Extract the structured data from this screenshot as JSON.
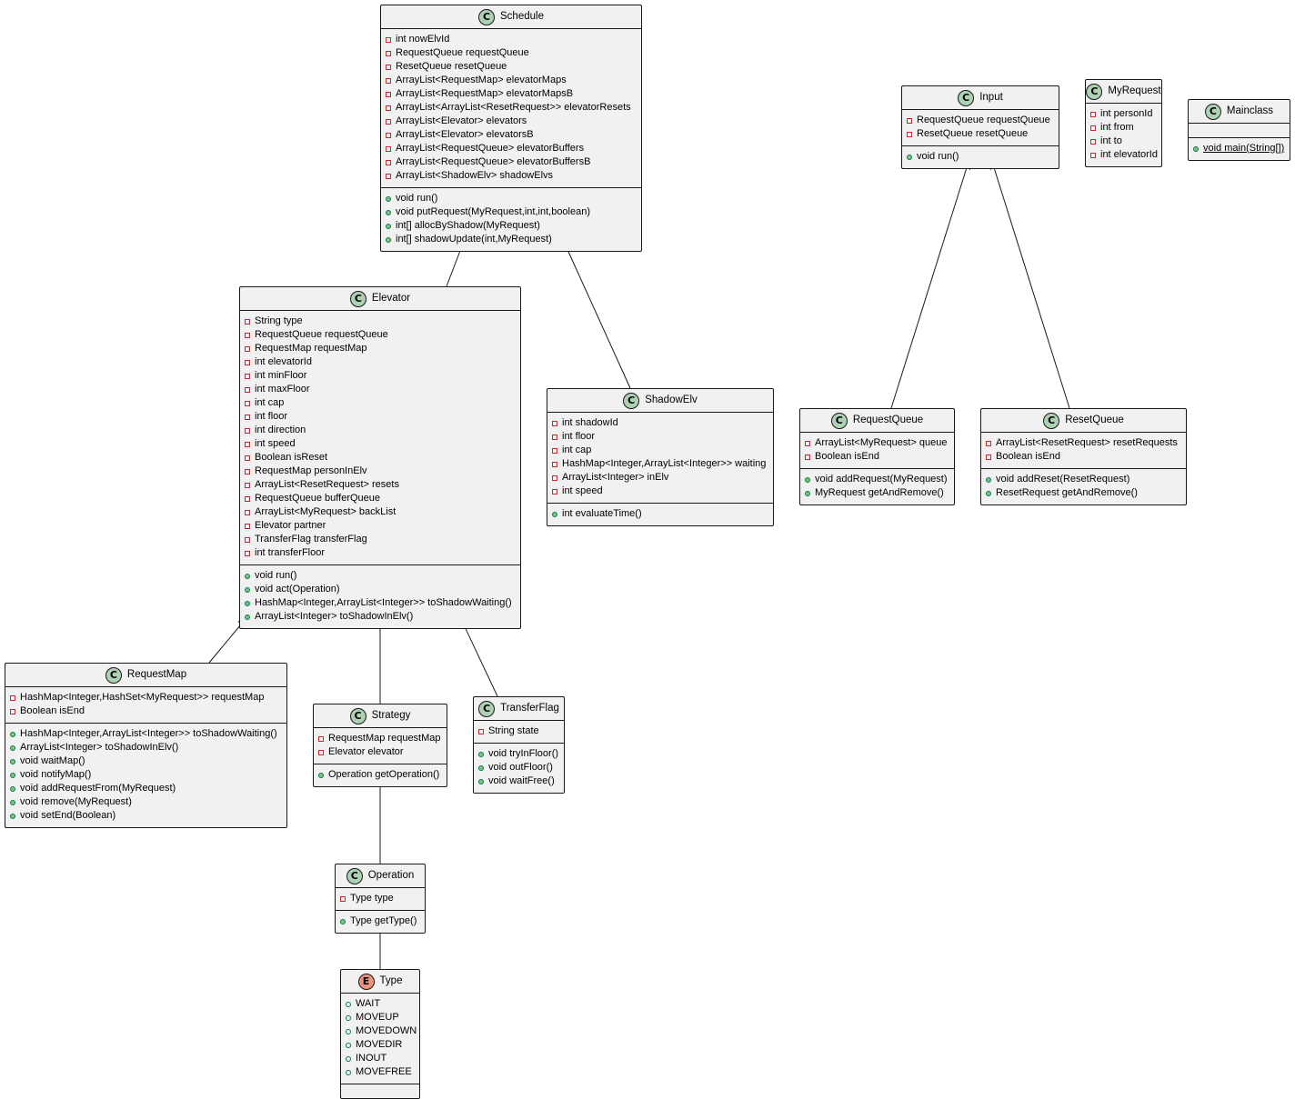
{
  "classes": [
    {
      "id": "schedule",
      "name": "Schedule",
      "kind": "class",
      "fields": [
        {
          "vis": "private",
          "text": "int nowElvId"
        },
        {
          "vis": "private",
          "text": "RequestQueue requestQueue"
        },
        {
          "vis": "private",
          "text": "ResetQueue resetQueue"
        },
        {
          "vis": "private",
          "text": "ArrayList<RequestMap> elevatorMaps"
        },
        {
          "vis": "private",
          "text": "ArrayList<RequestMap> elevatorMapsB"
        },
        {
          "vis": "private",
          "text": "ArrayList<ArrayList<ResetRequest>> elevatorResets"
        },
        {
          "vis": "private",
          "text": "ArrayList<Elevator> elevators"
        },
        {
          "vis": "private",
          "text": "ArrayList<Elevator> elevatorsB"
        },
        {
          "vis": "private",
          "text": "ArrayList<RequestQueue> elevatorBuffers"
        },
        {
          "vis": "private",
          "text": "ArrayList<RequestQueue> elevatorBuffersB"
        },
        {
          "vis": "private",
          "text": "ArrayList<ShadowElv> shadowElvs"
        }
      ],
      "methods": [
        {
          "vis": "public",
          "text": "void run()"
        },
        {
          "vis": "public",
          "text": "void putRequest(MyRequest,int,int,boolean)"
        },
        {
          "vis": "public",
          "text": "int[] allocByShadow(MyRequest)"
        },
        {
          "vis": "public",
          "text": "int[] shadowUpdate(int,MyRequest)"
        }
      ]
    },
    {
      "id": "elevator",
      "name": "Elevator",
      "kind": "class",
      "fields": [
        {
          "vis": "private",
          "text": "String type"
        },
        {
          "vis": "private",
          "text": "RequestQueue requestQueue"
        },
        {
          "vis": "private",
          "text": "RequestMap requestMap"
        },
        {
          "vis": "private",
          "text": "int elevatorId"
        },
        {
          "vis": "private",
          "text": "int minFloor"
        },
        {
          "vis": "private",
          "text": "int maxFloor"
        },
        {
          "vis": "private",
          "text": "int cap"
        },
        {
          "vis": "private",
          "text": "int floor"
        },
        {
          "vis": "private",
          "text": "int direction"
        },
        {
          "vis": "private",
          "text": "int speed"
        },
        {
          "vis": "private",
          "text": "Boolean isReset"
        },
        {
          "vis": "private",
          "text": "RequestMap personInElv"
        },
        {
          "vis": "private",
          "text": "ArrayList<ResetRequest> resets"
        },
        {
          "vis": "private",
          "text": "RequestQueue bufferQueue"
        },
        {
          "vis": "private",
          "text": "ArrayList<MyRequest> backList"
        },
        {
          "vis": "private",
          "text": "Elevator partner"
        },
        {
          "vis": "private",
          "text": "TransferFlag transferFlag"
        },
        {
          "vis": "private",
          "text": "int transferFloor"
        }
      ],
      "methods": [
        {
          "vis": "public",
          "text": "void run()"
        },
        {
          "vis": "public",
          "text": "void act(Operation)"
        },
        {
          "vis": "public",
          "text": "HashMap<Integer,ArrayList<Integer>> toShadowWaiting()"
        },
        {
          "vis": "public",
          "text": "ArrayList<Integer> toShadowInElv()"
        }
      ]
    },
    {
      "id": "shadowelv",
      "name": "ShadowElv",
      "kind": "class",
      "fields": [
        {
          "vis": "private",
          "text": "int shadowId"
        },
        {
          "vis": "private",
          "text": "int floor"
        },
        {
          "vis": "private",
          "text": "int cap"
        },
        {
          "vis": "private",
          "text": "HashMap<Integer,ArrayList<Integer>> waiting"
        },
        {
          "vis": "private",
          "text": "ArrayList<Integer> inElv"
        },
        {
          "vis": "private",
          "text": "int speed"
        }
      ],
      "methods": [
        {
          "vis": "public",
          "text": "int evaluateTime()"
        }
      ]
    },
    {
      "id": "input",
      "name": "Input",
      "kind": "class",
      "fields": [
        {
          "vis": "private",
          "text": "RequestQueue requestQueue"
        },
        {
          "vis": "private",
          "text": "ResetQueue resetQueue"
        }
      ],
      "methods": [
        {
          "vis": "public",
          "text": "void run()"
        }
      ]
    },
    {
      "id": "myrequest",
      "name": "MyRequest",
      "kind": "class",
      "fields": [
        {
          "vis": "private",
          "text": "int personId"
        },
        {
          "vis": "private",
          "text": "int from"
        },
        {
          "vis": "private",
          "text": "int to"
        },
        {
          "vis": "private",
          "text": "int elevatorId"
        }
      ],
      "methods": null
    },
    {
      "id": "mainclass",
      "name": "Mainclass",
      "kind": "class",
      "fields": [],
      "methods": [
        {
          "vis": "public",
          "text": "void main(String[])",
          "static": true
        }
      ]
    },
    {
      "id": "requestqueue",
      "name": "RequestQueue",
      "kind": "class",
      "fields": [
        {
          "vis": "private",
          "text": "ArrayList<MyRequest> queue"
        },
        {
          "vis": "private",
          "text": "Boolean isEnd"
        }
      ],
      "methods": [
        {
          "vis": "public",
          "text": "void addRequest(MyRequest)"
        },
        {
          "vis": "public",
          "text": "MyRequest getAndRemove()"
        }
      ]
    },
    {
      "id": "resetqueue",
      "name": "ResetQueue",
      "kind": "class",
      "fields": [
        {
          "vis": "private",
          "text": "ArrayList<ResetRequest> resetRequests"
        },
        {
          "vis": "private",
          "text": "Boolean isEnd"
        }
      ],
      "methods": [
        {
          "vis": "public",
          "text": "void addReset(ResetRequest)"
        },
        {
          "vis": "public",
          "text": "ResetRequest getAndRemove()"
        }
      ]
    },
    {
      "id": "requestmap",
      "name": "RequestMap",
      "kind": "class",
      "fields": [
        {
          "vis": "private",
          "text": "HashMap<Integer,HashSet<MyRequest>> requestMap"
        },
        {
          "vis": "private",
          "text": "Boolean isEnd"
        }
      ],
      "methods": [
        {
          "vis": "public",
          "text": "HashMap<Integer,ArrayList<Integer>> toShadowWaiting()"
        },
        {
          "vis": "public",
          "text": "ArrayList<Integer> toShadowInElv()"
        },
        {
          "vis": "public",
          "text": "void waitMap()"
        },
        {
          "vis": "public",
          "text": "void notifyMap()"
        },
        {
          "vis": "public",
          "text": "void addRequestFrom(MyRequest)"
        },
        {
          "vis": "public",
          "text": "void remove(MyRequest)"
        },
        {
          "vis": "public",
          "text": "void setEnd(Boolean)"
        }
      ]
    },
    {
      "id": "strategy",
      "name": "Strategy",
      "kind": "class",
      "fields": [
        {
          "vis": "private",
          "text": "RequestMap requestMap"
        },
        {
          "vis": "private",
          "text": "Elevator elevator"
        }
      ],
      "methods": [
        {
          "vis": "public",
          "text": "Operation getOperation()"
        }
      ]
    },
    {
      "id": "transferflag",
      "name": "TransferFlag",
      "kind": "class",
      "fields": [
        {
          "vis": "private",
          "text": "String state"
        }
      ],
      "methods": [
        {
          "vis": "public",
          "text": "void tryInFloor()"
        },
        {
          "vis": "public",
          "text": "void outFloor()"
        },
        {
          "vis": "public",
          "text": "void waitFree()"
        }
      ]
    },
    {
      "id": "operation",
      "name": "Operation",
      "kind": "class",
      "fields": [
        {
          "vis": "private",
          "text": "Type type"
        }
      ],
      "methods": [
        {
          "vis": "public",
          "text": "Type getType()"
        }
      ]
    },
    {
      "id": "type",
      "name": "Type",
      "kind": "enum",
      "fields": [
        {
          "vis": "constant",
          "text": "WAIT"
        },
        {
          "vis": "constant",
          "text": "MOVEUP"
        },
        {
          "vis": "constant",
          "text": "MOVEDOWN"
        },
        {
          "vis": "constant",
          "text": "MOVEDIR"
        },
        {
          "vis": "constant",
          "text": "INOUT"
        },
        {
          "vis": "constant",
          "text": "MOVEFREE"
        }
      ],
      "methods": []
    }
  ],
  "edges": [
    {
      "from": "elevator",
      "to": "schedule"
    },
    {
      "from": "shadowelv",
      "to": "schedule"
    },
    {
      "from": "requestqueue",
      "to": "input"
    },
    {
      "from": "resetqueue",
      "to": "input"
    },
    {
      "from": "requestmap",
      "to": "elevator"
    },
    {
      "from": "strategy",
      "to": "elevator"
    },
    {
      "from": "transferflag",
      "to": "elevator"
    },
    {
      "from": "operation",
      "to": "strategy"
    },
    {
      "from": "type",
      "to": "operation"
    }
  ]
}
